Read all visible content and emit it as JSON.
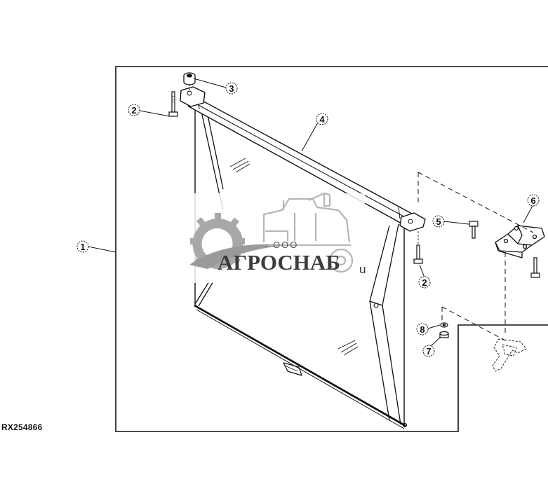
{
  "drawing_id": "RX254866",
  "callouts": {
    "c1": "1",
    "c2a": "2",
    "c2b": "2",
    "c3": "3",
    "c4": "4",
    "c5": "5",
    "c6": "6",
    "c7": "7",
    "c8": "8"
  },
  "watermark": {
    "prefix": "ООО",
    "company": "АГРОСНАБ",
    "suffix": "u"
  }
}
